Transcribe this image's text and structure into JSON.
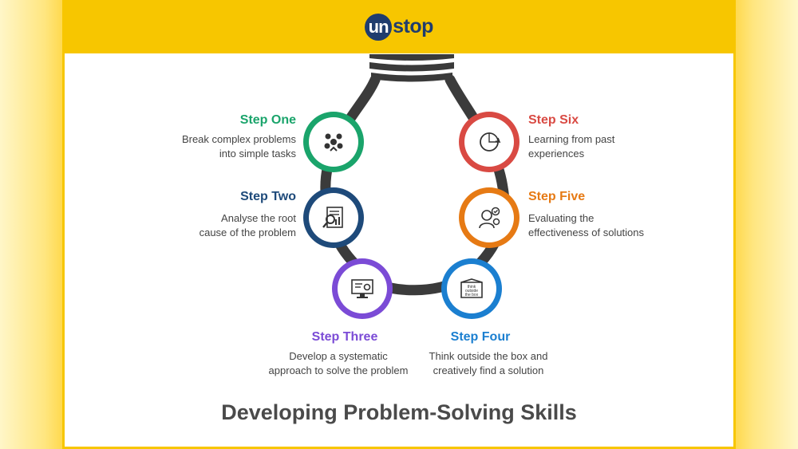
{
  "logo": {
    "mark": "un",
    "rest": "stop"
  },
  "title": "Developing Problem-Solving Skills",
  "steps": [
    {
      "title": "Step One",
      "line1": "Break complex problems",
      "line2": "into simple tasks",
      "color": "#1aa46b",
      "icon": "network-nodes-icon"
    },
    {
      "title": "Step Two",
      "line1": "Analyse the root",
      "line2": "cause of the problem",
      "color": "#1e4a7a",
      "icon": "magnifier-report-icon"
    },
    {
      "title": "Step Three",
      "line1": "Develop a systematic",
      "line2": "approach to solve the problem",
      "color": "#7b4bd6",
      "icon": "monitor-tools-icon"
    },
    {
      "title": "Step Four",
      "line1": "Think outside the box and",
      "line2": "creatively find a solution",
      "color": "#1b7fd0",
      "icon": "box-icon"
    },
    {
      "title": "Step Five",
      "line1": "Evaluating the",
      "line2": "effectiveness of solutions",
      "color": "#e67a14",
      "icon": "evaluator-icon"
    },
    {
      "title": "Step Six",
      "line1": "Learning from past",
      "line2": "experiences",
      "color": "#d94a43",
      "icon": "cycle-chart-icon"
    }
  ],
  "box_label": {
    "l1": "think",
    "l2": "outside",
    "l3": "the box"
  }
}
